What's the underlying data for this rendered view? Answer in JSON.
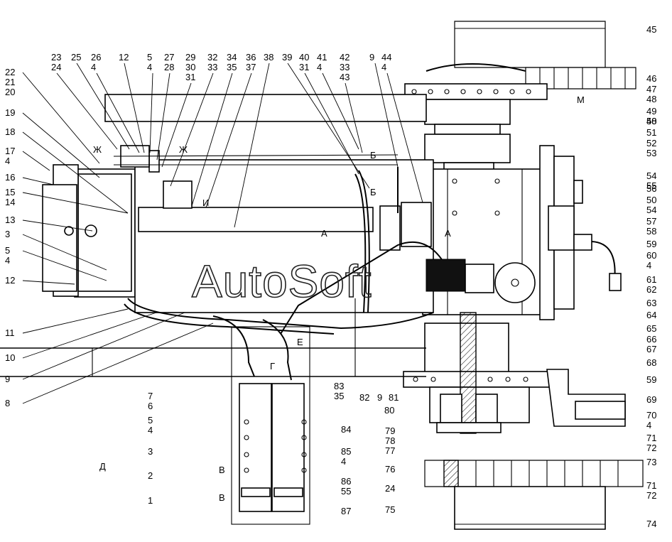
{
  "watermark": "AutoSoft",
  "top_callouts": [
    {
      "top": "23",
      "bottom": "24"
    },
    {
      "top": "25",
      "bottom": ""
    },
    {
      "top": "26",
      "bottom": "4"
    },
    {
      "top": "12",
      "bottom": ""
    },
    {
      "top": "5",
      "bottom": "4"
    },
    {
      "top": "27",
      "bottom": "28"
    },
    {
      "top": "29",
      "bottom": "30",
      "extra": "31"
    },
    {
      "top": "32",
      "bottom": "33"
    },
    {
      "top": "34",
      "bottom": "35"
    },
    {
      "top": "36",
      "bottom": "37"
    },
    {
      "top": "38",
      "bottom": ""
    },
    {
      "top": "39",
      "bottom": ""
    },
    {
      "top": "40",
      "bottom": "31"
    },
    {
      "top": "41",
      "bottom": "4"
    },
    {
      "top": "42",
      "bottom": "33",
      "extra": "43"
    },
    {
      "top": "9",
      "bottom": ""
    },
    {
      "top": "44",
      "bottom": "4"
    }
  ],
  "left_callouts": [
    {
      "top": "22",
      "mid": "21",
      "bottom": "20"
    },
    {
      "top": "19"
    },
    {
      "top": "18"
    },
    {
      "top": "17",
      "bottom": "4"
    },
    {
      "top": "16"
    },
    {
      "top": "15",
      "bottom": "14"
    },
    {
      "top": "13"
    },
    {
      "top": "3"
    },
    {
      "top": "5",
      "bottom": "4"
    },
    {
      "top": "12"
    },
    {
      "top": "11"
    },
    {
      "top": "10"
    },
    {
      "top": "9"
    },
    {
      "top": "8"
    }
  ],
  "right_callouts": [
    {
      "top": "45"
    },
    {
      "top": "46"
    },
    {
      "top": "47",
      "bottom": "48"
    },
    {
      "top": "49",
      "bottom": "48"
    },
    {
      "top": "50"
    },
    {
      "top": "51"
    },
    {
      "top": "52",
      "bottom": "53"
    },
    {
      "top": "54",
      "bottom": "55"
    },
    {
      "top": "56"
    },
    {
      "top": "50",
      "bottom": "54"
    },
    {
      "top": "57",
      "bottom": "58"
    },
    {
      "top": "59"
    },
    {
      "top": "60",
      "bottom": "4"
    },
    {
      "top": "61",
      "bottom": "62"
    },
    {
      "top": "63"
    },
    {
      "top": "64"
    },
    {
      "top": "65"
    },
    {
      "top": "66",
      "bottom": "67"
    },
    {
      "top": "68"
    },
    {
      "top": "59"
    },
    {
      "top": "69"
    },
    {
      "top": "70",
      "bottom": "4"
    },
    {
      "top": "71",
      "bottom": "72"
    },
    {
      "top": "73"
    },
    {
      "top": "71",
      "bottom": "72"
    },
    {
      "top": "74"
    }
  ],
  "bottom_callouts": [
    {
      "top": "7",
      "bottom": "6"
    },
    {
      "top": "5",
      "bottom": "4"
    },
    {
      "top": "3"
    },
    {
      "top": "2"
    },
    {
      "top": "1"
    },
    {
      "top": "83",
      "bottom": "35"
    },
    {
      "top": "82"
    },
    {
      "top": "9"
    },
    {
      "top": "81"
    },
    {
      "top": "80"
    },
    {
      "top": "84"
    },
    {
      "top": "79",
      "mid": "78",
      "bottom": "77"
    },
    {
      "top": "85",
      "bottom": "4"
    },
    {
      "top": "76"
    },
    {
      "top": "86",
      "bottom": "55"
    },
    {
      "top": "87"
    },
    {
      "top": "24"
    },
    {
      "top": "75"
    }
  ],
  "view_letters": {
    "zh1": "Ж",
    "zh2": "Ж",
    "b1": "Б",
    "b2": "Б",
    "i": "И",
    "a1": "А",
    "a2": "А",
    "e": "Е",
    "g": "Г",
    "m": "М",
    "v1": "В",
    "v2": "В",
    "d": "Д"
  }
}
